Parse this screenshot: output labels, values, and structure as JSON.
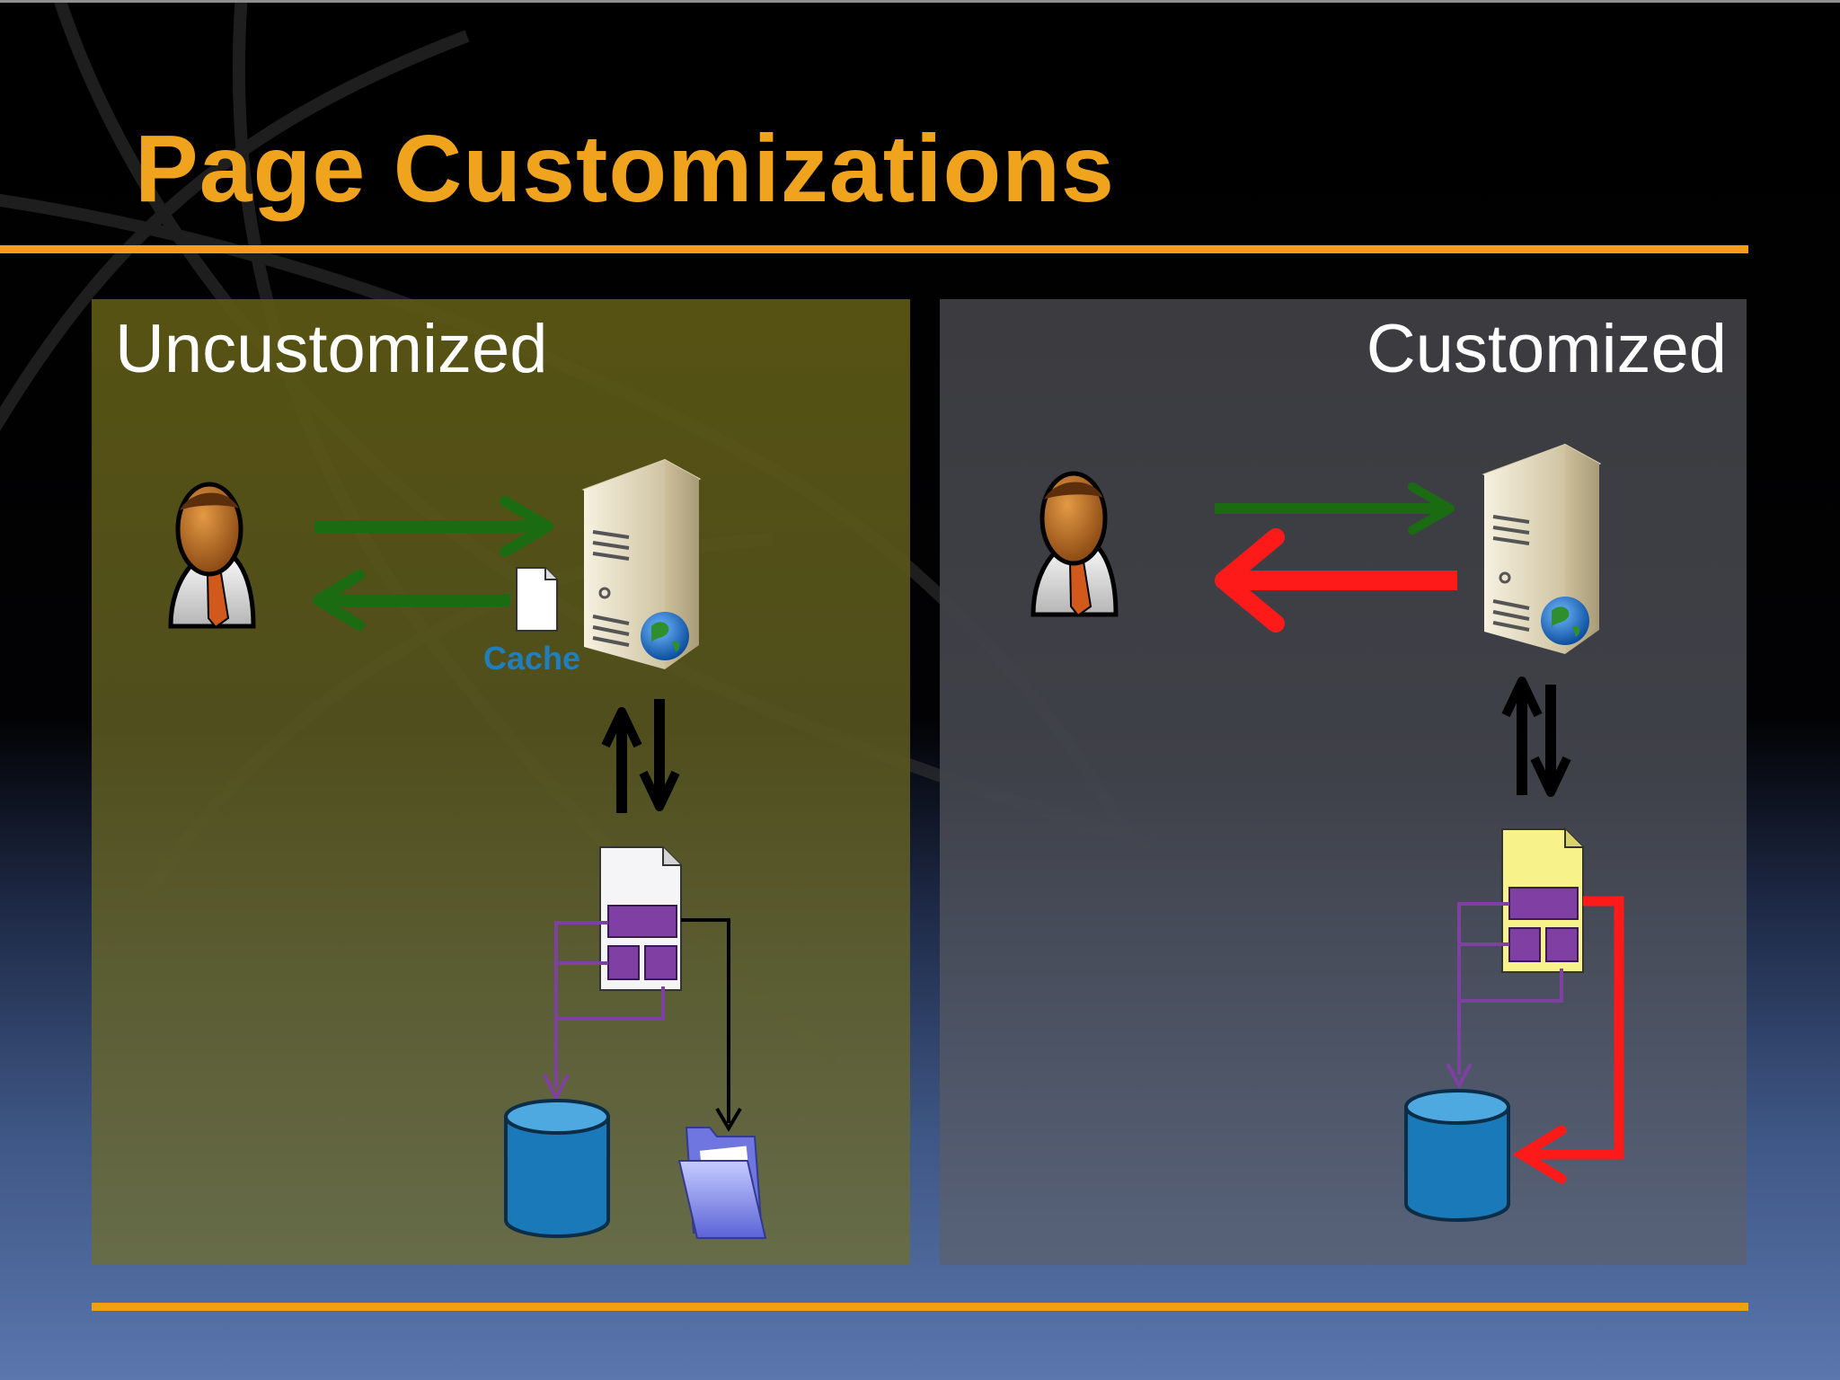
{
  "slide": {
    "title": "Page Customizations"
  },
  "colors": {
    "accent": "#f59d18",
    "title": "#f0a31c",
    "request_arrow": "#1a6b12",
    "highlight_arrow": "#ff1a1a",
    "web_part": "#7f3fa3",
    "database": "#1a79b8",
    "cache_label": "#1f7fbd"
  },
  "panels": {
    "uncustomized": {
      "title": "Uncustomized",
      "cache_label": "Cache"
    },
    "customized": {
      "title": "Customized"
    }
  },
  "icons": [
    "user-icon",
    "server-icon",
    "globe-icon",
    "page-icon",
    "database-icon",
    "folder-icon"
  ]
}
